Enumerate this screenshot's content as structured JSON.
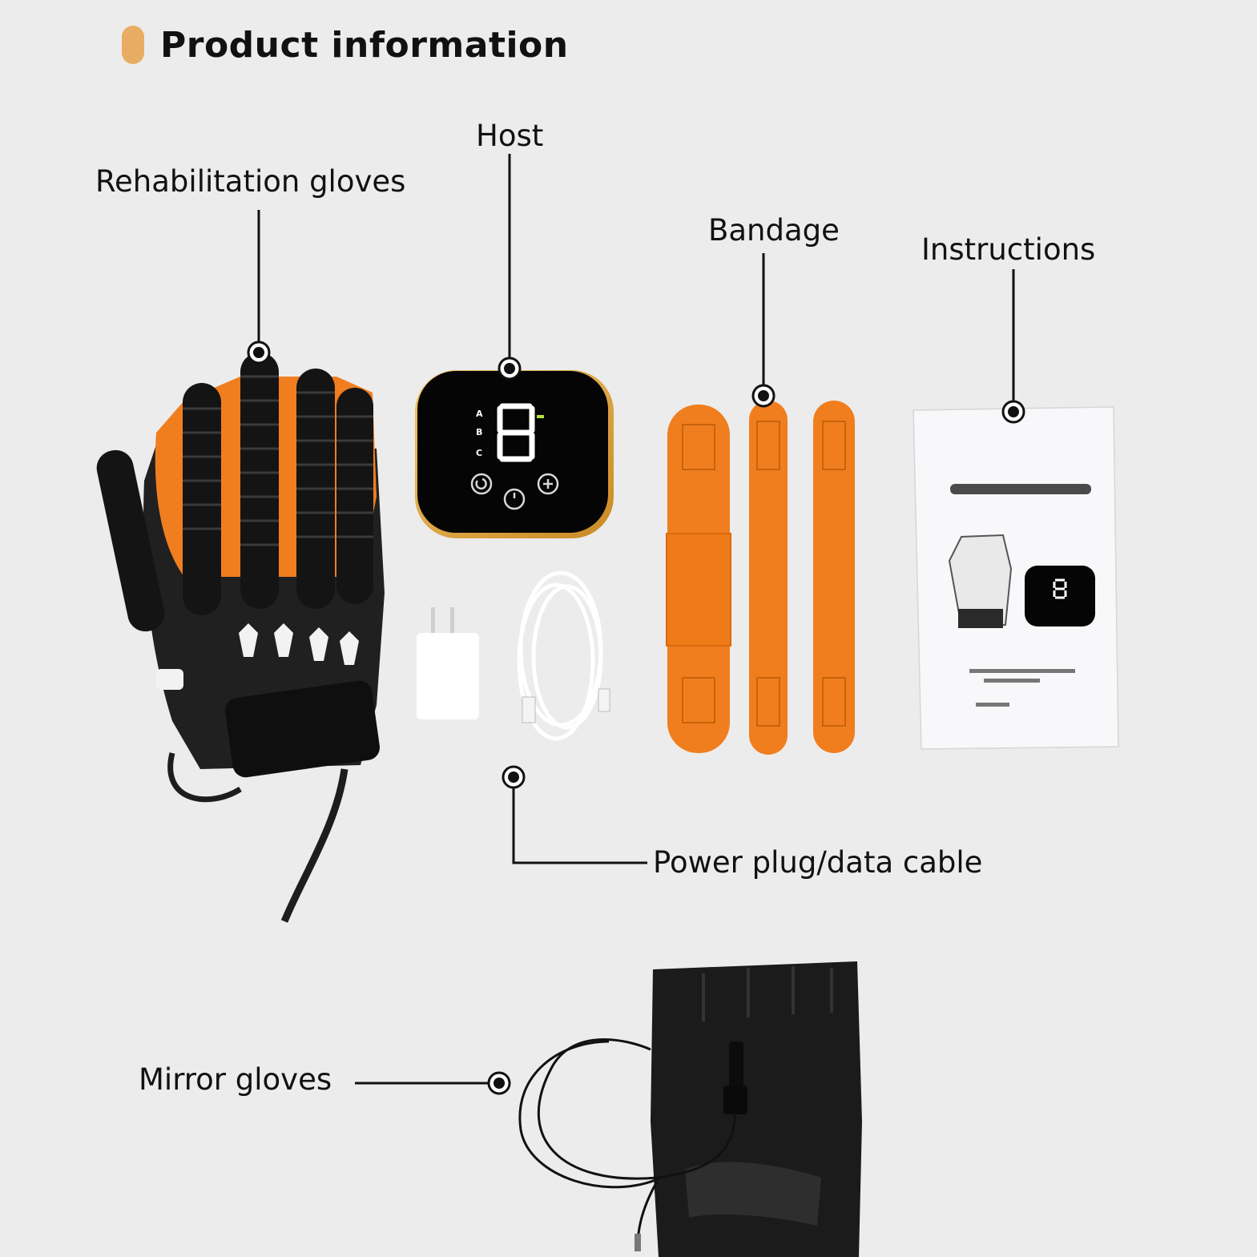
{
  "header": {
    "title": "Product information",
    "accent_color": "#e8ad63"
  },
  "callouts": {
    "rehab_gloves": "Rehabilitation gloves",
    "host": "Host",
    "bandage": "Bandage",
    "instructions": "Instructions",
    "power_cable": "Power plug/data cable",
    "mirror_gloves": "Mirror gloves"
  },
  "host_display": {
    "digit": "8",
    "modes": [
      "A",
      "B",
      "C"
    ]
  },
  "colors": {
    "background": "#ececec",
    "orange": "#f07e1f",
    "glove_black": "#1b1b1b"
  }
}
